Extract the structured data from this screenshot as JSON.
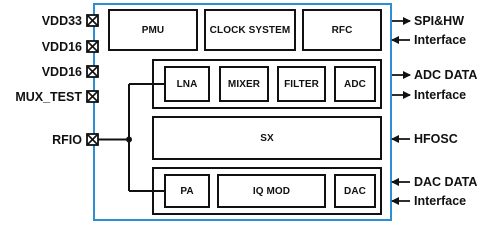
{
  "colors": {
    "chip_border": "#2c8fd6",
    "line": "#111111"
  },
  "pins": [
    {
      "label": "VDD33",
      "icon": "pad-x-icon"
    },
    {
      "label": "VDD16",
      "icon": "pad-x-icon"
    },
    {
      "label": "VDD16",
      "icon": "pad-x-icon"
    },
    {
      "label": "MUX_TEST",
      "icon": "pad-x-icon"
    },
    {
      "label": "RFIO",
      "icon": "pad-x-icon"
    }
  ],
  "top_blocks": {
    "pmu": "PMU",
    "clock": "CLOCK SYSTEM",
    "rfc": "RFC"
  },
  "rx_blocks": {
    "lna": "LNA",
    "mixer": "MIXER",
    "filter": "FILTER",
    "adc": "ADC"
  },
  "sx_block": "SX",
  "tx_blocks": {
    "pa": "PA",
    "iqmod": "IQ MOD",
    "dac": "DAC"
  },
  "interfaces": {
    "spi_title": "SPI&HW",
    "spi_sub": "Interface",
    "adc_title": "ADC DATA",
    "adc_sub": "Interface",
    "hfosc": "HFOSC",
    "dac_title": "DAC DATA",
    "dac_sub": "Interface"
  }
}
